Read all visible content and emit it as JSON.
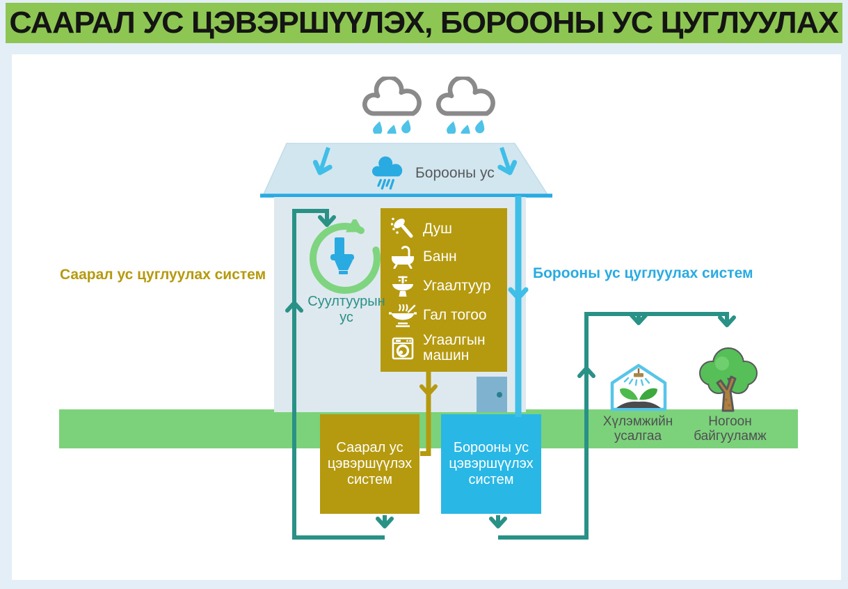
{
  "title": "СААРАЛ УС ЦЭВЭРШҮҮЛЭХ, БОРООНЫ УС ЦУГЛУУЛАХ",
  "legend": {
    "greywater_system": "Саарал ус цуглуулах систем",
    "rainwater_system": "Борооны ус цуглуулах систем"
  },
  "roof": {
    "rain_label": "Борооны ус"
  },
  "house": {
    "toilet_water_label": "Суултуурын\nус"
  },
  "fixtures": {
    "items": [
      {
        "icon": "shower-icon",
        "label": "Душ"
      },
      {
        "icon": "bathtub-icon",
        "label": "Банн"
      },
      {
        "icon": "sink-icon",
        "label": "Угаалтуур"
      },
      {
        "icon": "kitchen-icon",
        "label": "Гал тогоо"
      },
      {
        "icon": "washing-machine-icon",
        "label": "Угаалгын\nмашин"
      }
    ]
  },
  "underground": {
    "greywater_treatment_box": "Саарал ус\nцэвэршүүлэх\nсистем",
    "rainwater_treatment_box": "Борооны ус\nцэвэршүүлэх\nсистем"
  },
  "ground": {
    "greenhouse_label": "Хүлэмжийн\nусалгаа",
    "green_area_label": "Ногоон\nбайгууламж"
  },
  "icons": {
    "clouds": "cloud-icon",
    "rain_cloud": "rain-cloud-icon",
    "recycle": "recycle-arrow-icon",
    "toilet": "toilet-icon",
    "door": "door",
    "greenhouse": "greenhouse-irrigation-icon",
    "tree": "tree-icon"
  },
  "colors": {
    "banner_green": "#8dc653",
    "ground_green": "#7cd27b",
    "gold": "#b5990e",
    "sky_blue": "#29abe2",
    "box_blue": "#29b7e5",
    "pipe_teal": "#2a9187",
    "recycle_green": "#7fd47f",
    "house_fill": "#dde9ef",
    "roof_fill": "#d2e6ef",
    "door_blue": "#7fb2ce",
    "text_dark": "#58595b",
    "drop_blue": "#4fc2e8",
    "cloud_gray": "#8a8a8a",
    "tree_green": "#57bf57",
    "trunk_brown": "#b07f3f",
    "page_bg": "#e3eef6"
  }
}
